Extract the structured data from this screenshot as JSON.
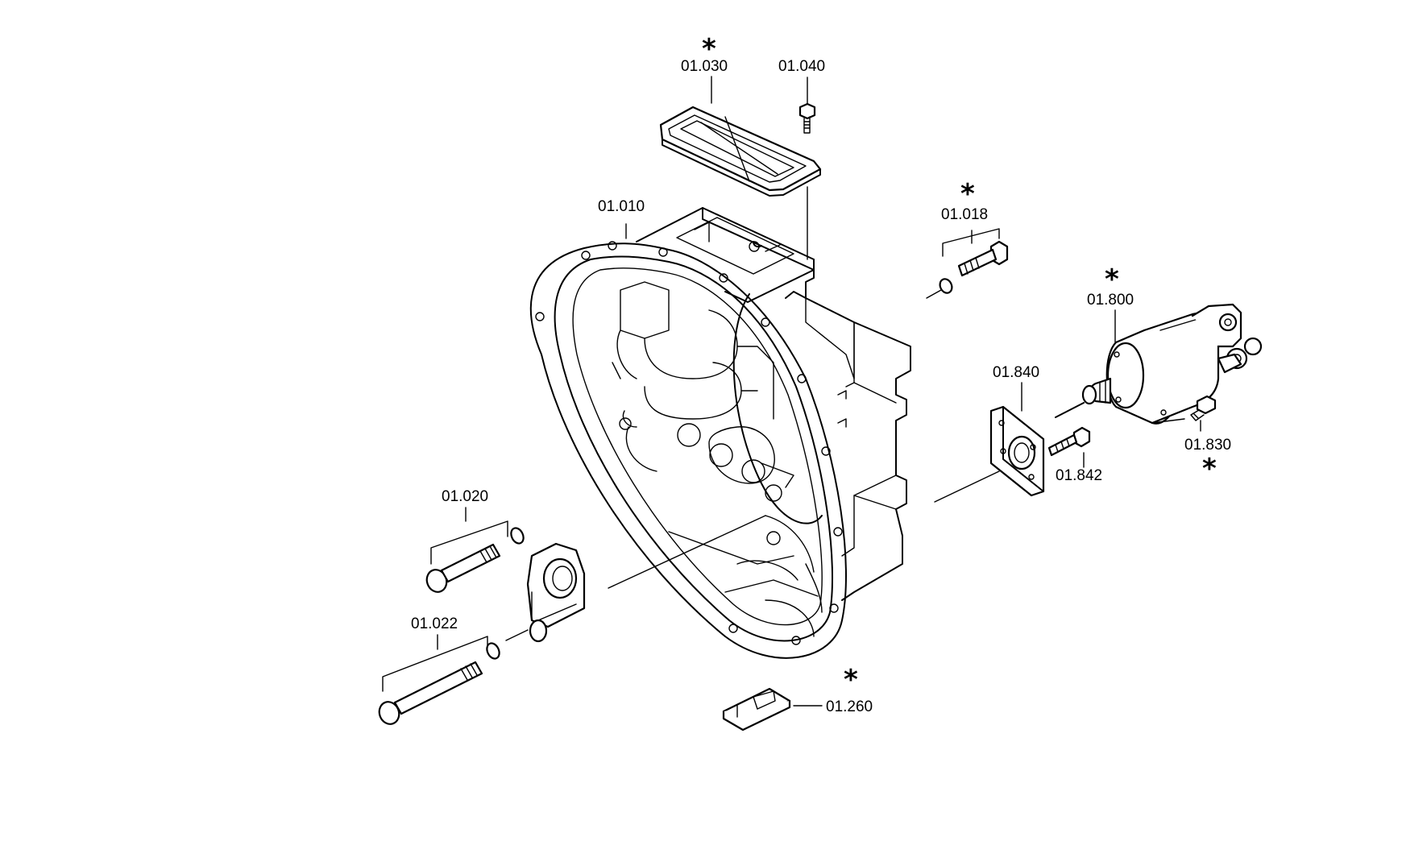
{
  "diagram": {
    "parts": [
      {
        "id": "housing",
        "label": "01.010",
        "star": false,
        "icon": "clutch-housing"
      },
      {
        "id": "cover",
        "label": "01.030",
        "star": true,
        "icon": "cover-plate"
      },
      {
        "id": "cover_screw",
        "label": "01.040",
        "star": false,
        "icon": "screw"
      },
      {
        "id": "bolt_018",
        "label": "01.018",
        "star": true,
        "icon": "hex-bolt"
      },
      {
        "id": "servo",
        "label": "01.800",
        "star": true,
        "icon": "clutch-servo"
      },
      {
        "id": "plate",
        "label": "01.840",
        "star": false,
        "icon": "mounting-plate"
      },
      {
        "id": "plate_screw",
        "label": "01.842",
        "star": false,
        "icon": "screw"
      },
      {
        "id": "servo_screw",
        "label": "01.830",
        "star": true,
        "icon": "screw"
      },
      {
        "id": "bolt_020",
        "label": "01.020",
        "star": false,
        "icon": "hex-bolt"
      },
      {
        "id": "bolt_022",
        "label": "01.022",
        "star": false,
        "icon": "long-hex-bolt"
      },
      {
        "id": "pad",
        "label": "01.260",
        "star": true,
        "icon": "rubber-pad"
      }
    ],
    "star_symbol": "*"
  }
}
